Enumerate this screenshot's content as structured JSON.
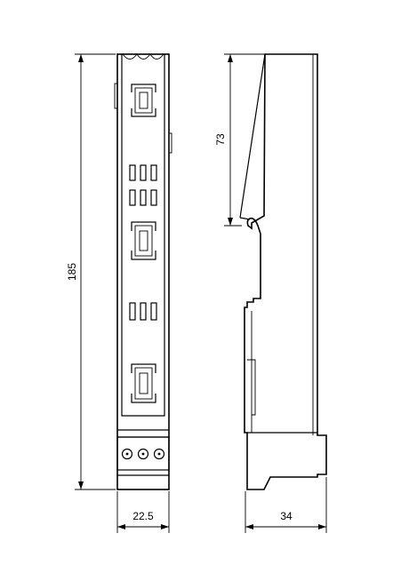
{
  "dimensions": {
    "height": "185",
    "front_width": "22.5",
    "top_section": "73",
    "depth": "34"
  },
  "colors": {
    "line": "#000000",
    "background": "#ffffff"
  }
}
